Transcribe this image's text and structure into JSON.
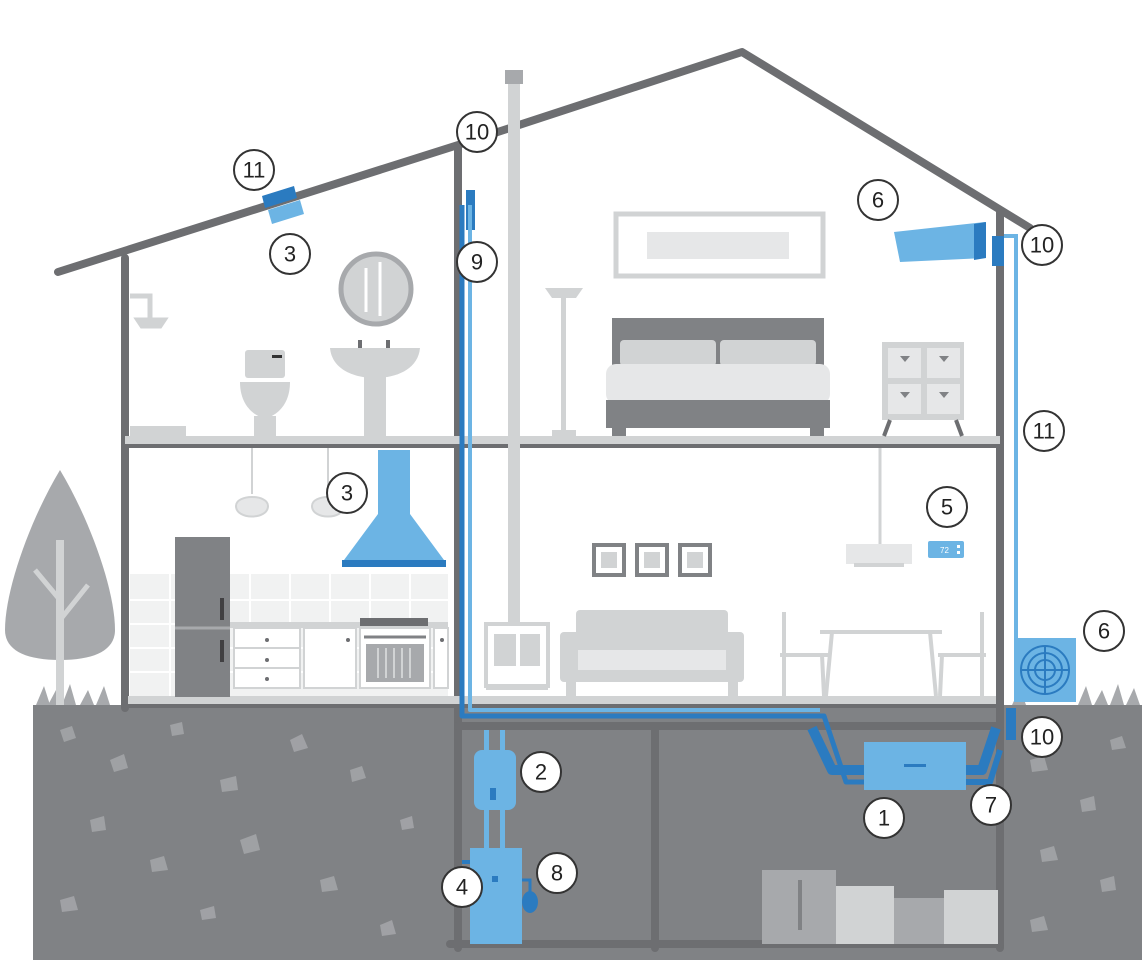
{
  "colors": {
    "wall": "#6d6e71",
    "ground": "#808285",
    "light_gray": "#d1d3d4",
    "mid_gray": "#a7a9ac",
    "duct_dark": "#2b7bc0",
    "duct_light": "#6cb4e4"
  },
  "callouts": {
    "attic_vent_label": "11",
    "attic_vent_fan_label": "3",
    "ridge_label": "10",
    "flue_sensor_label": "9",
    "indoor_unit_label": "6",
    "indoor_unit_line_label": "10",
    "refrigerant_line_label": "11",
    "kitchen_hood_label": "3",
    "thermostat_label": "5",
    "outdoor_unit_label": "6",
    "wall_pass_label": "10",
    "air_handler_label": "1",
    "ductwork_label": "7",
    "filter_label": "2",
    "water_heater_label": "4",
    "expansion_tank_label": "8"
  },
  "thermostat": {
    "display": "72"
  },
  "icons": {
    "tree": "tree-icon",
    "toilet": "toilet-icon",
    "sink": "sink-icon",
    "mirror": "mirror-icon",
    "shower": "shower-icon",
    "bed": "bed-icon",
    "lamp": "floor-lamp-icon",
    "dresser": "dresser-icon",
    "fridge": "refrigerator-icon",
    "oven": "oven-icon",
    "sofa": "sofa-icon",
    "stove": "wood-stove-icon",
    "table": "dining-table-icon"
  }
}
